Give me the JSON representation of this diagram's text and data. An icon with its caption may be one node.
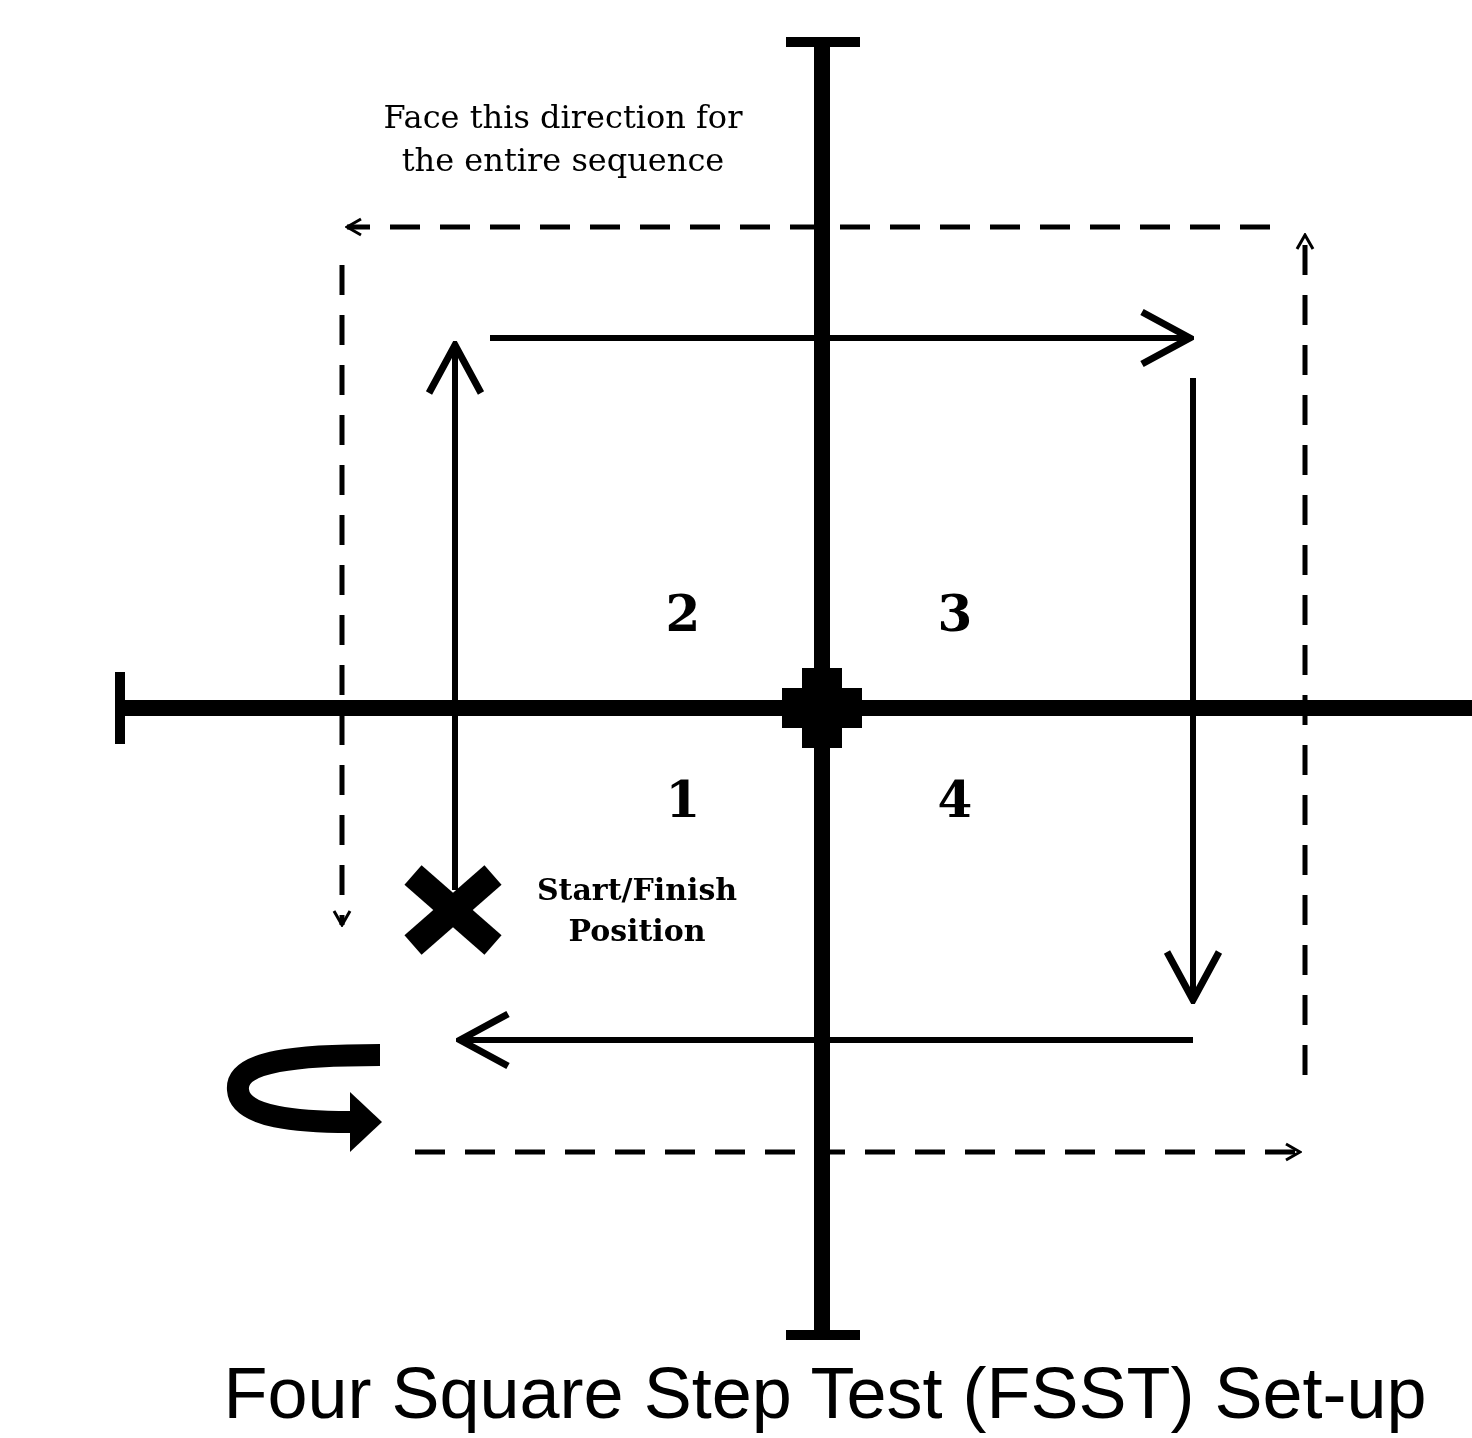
{
  "diagram": {
    "caption": "Four Square Step Test (FSST) Set-up",
    "labels": [
      "Face this direction for the entire sequence",
      "2",
      "3",
      "1",
      "4",
      "Start/Finish Position"
    ]
  }
}
